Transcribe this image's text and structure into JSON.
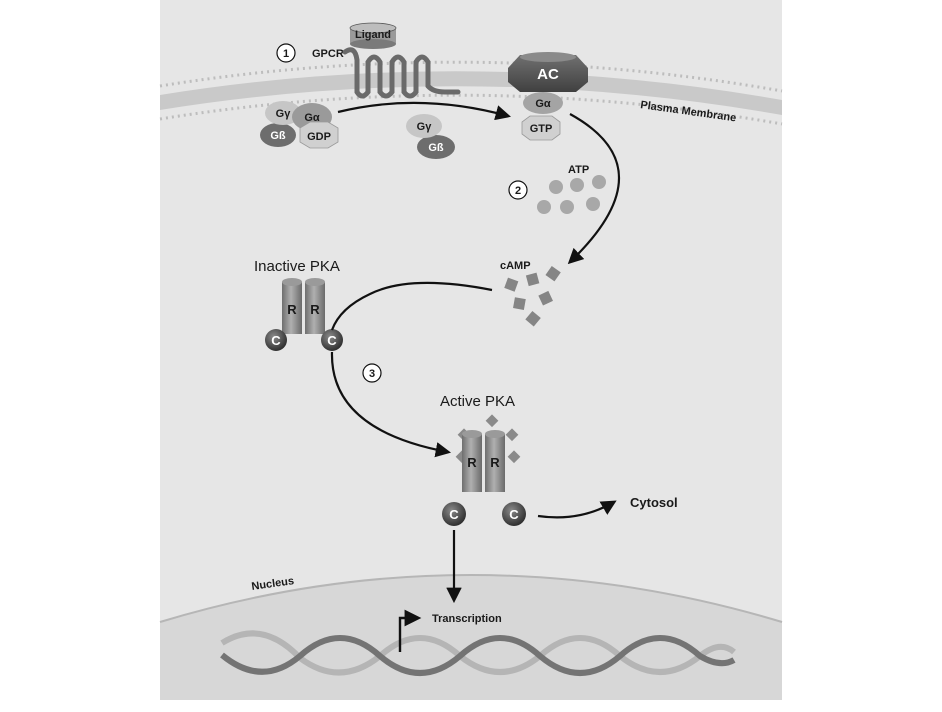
{
  "steps": {
    "one": "1",
    "two": "2",
    "three": "3"
  },
  "receptor": {
    "ligand": "Ligand",
    "gpcr": "GPCR"
  },
  "membrane": {
    "label": "Plasma Membrane"
  },
  "adenylyl_cyclase": {
    "label": "AC",
    "g_alpha": "Gα",
    "gtp": "GTP"
  },
  "g_protein_inactive": {
    "g_gamma": "Gγ",
    "g_alpha": "Gα",
    "g_beta": "Gß",
    "gdp": "GDP"
  },
  "g_protein_released": {
    "g_gamma": "Gγ",
    "g_beta": "Gß"
  },
  "atp": {
    "label": "ATP"
  },
  "camp": {
    "label": "cAMP"
  },
  "inactive_pka": {
    "title": "Inactive PKA",
    "r1": "R",
    "r2": "R",
    "c1": "C",
    "c2": "C"
  },
  "active_pka": {
    "title": "Active PKA",
    "r1": "R",
    "r2": "R",
    "c1": "C",
    "c2": "C"
  },
  "destinations": {
    "cytosol": "Cytosol",
    "nucleus": "Nucleus",
    "transcription": "Transcription"
  },
  "colors": {
    "panel_bg": "#e6e6e6",
    "membrane": "#c4c4c4",
    "protein_dark": "#5c5c5c",
    "protein_mid": "#8e8e8e",
    "protein_light": "#c9c9c9",
    "dna_dark": "#777777",
    "dna_light": "#b3b3b3"
  }
}
